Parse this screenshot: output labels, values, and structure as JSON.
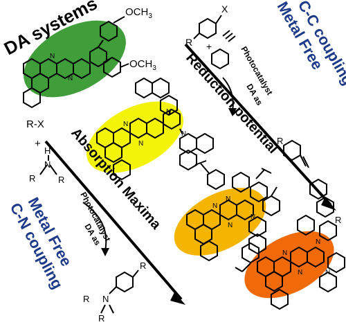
{
  "labels": {
    "da_systems": "DA systems",
    "och3_top": "OCH",
    "och3_top_sub": "3",
    "och3_mid": "OCH",
    "och3_mid_sub": "3",
    "rx": "R-X",
    "plus_left": "+",
    "amine_h": "H",
    "amine_n": "N",
    "amine_r1": "R",
    "amine_r2": "R",
    "aryl_x": "X",
    "aryl_r": "R",
    "plus_right": "+",
    "reduction_potential": "Reduction potential",
    "absorption_maxima": "Absorption Maxima",
    "da_as_top": "DA as",
    "photocatalyst_top": "Photocatalyst",
    "da_as_bottom": "DA as",
    "photocatalyst_bottom": "Photocatalyst",
    "cc_line1": "Metal Free",
    "cc_line2": "C-C coupling",
    "cn_line1": "Metal Free",
    "cn_line2": "C-N coupling",
    "product_cc_r1": "R",
    "product_cc_r2": "R",
    "product_cn_r": "R",
    "product_cn_n": "N",
    "product_cn_r1": "R",
    "product_cn_r2": "R"
  },
  "colors": {
    "green": "#3f9d3a",
    "yellow": "#f3f30a",
    "orange_light": "#f5b400",
    "orange_dark": "#f06a0a",
    "navy": "#1d3a8a",
    "black": "#000000"
  }
}
